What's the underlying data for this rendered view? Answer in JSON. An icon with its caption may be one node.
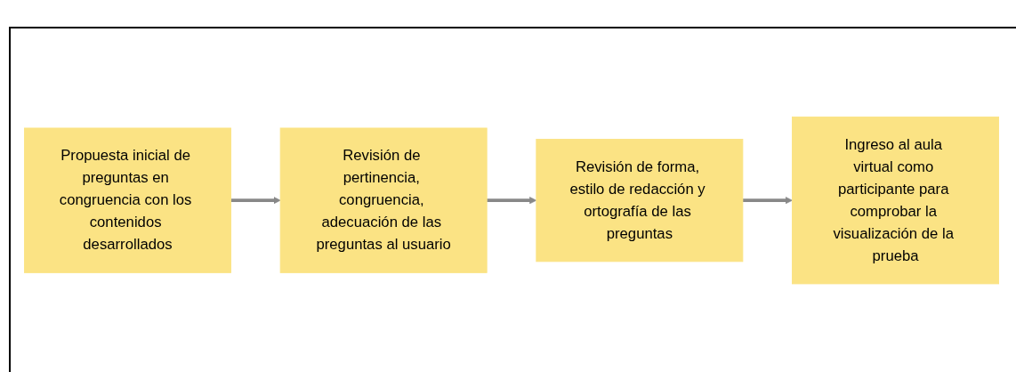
{
  "diagram": {
    "nodes": [
      {
        "text": [
          "Propuesta inicial de preguntas en congruencia con los contenidos desarrollados"
        ]
      },
      {
        "text": [
          "Revisión de pertinencia, congruencia, adecuación de las preguntas al usuario"
        ]
      },
      {
        "text": [
          "Revisión de forma, estilo de redacción y ortografía de las preguntas"
        ]
      },
      {
        "text": [
          "Ingreso al aula virtual como participante para comprobar la visualización de la prueba"
        ]
      }
    ],
    "edges": [
      {
        "from": 0,
        "to": 1,
        "arrow": "to"
      },
      {
        "from": 1,
        "to": 2,
        "arrow": "to"
      },
      {
        "from": 2,
        "to": 3,
        "arrow": "to"
      }
    ]
  }
}
